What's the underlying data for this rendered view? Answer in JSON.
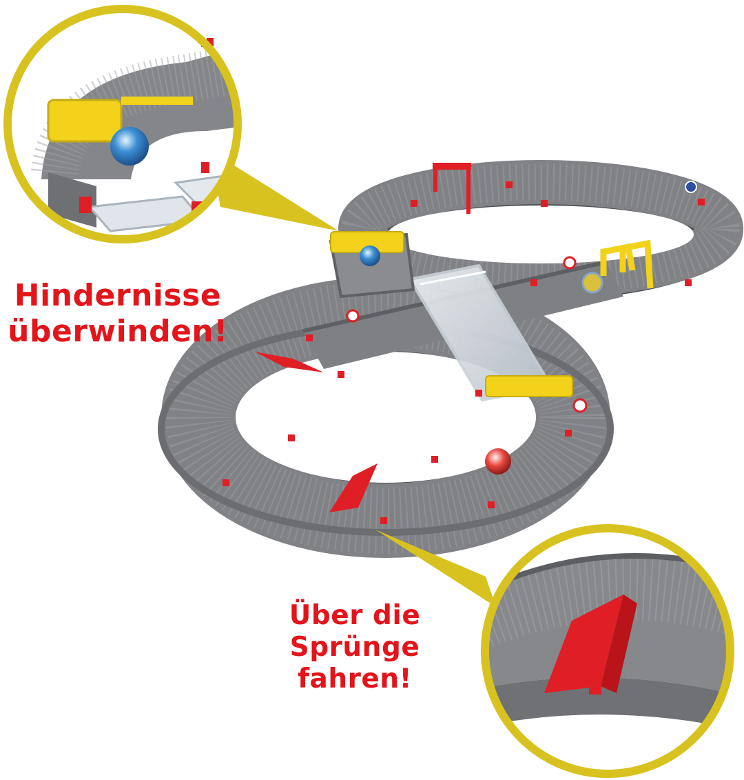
{
  "callouts": {
    "top_left": {
      "line1": "Hindernisse",
      "line2": "überwinden!"
    },
    "bottom_right": {
      "line1": "Über die",
      "line2": "Sprünge",
      "line3": "fahren!"
    }
  },
  "colors": {
    "callout_ring": "#d8c21f",
    "caption_text": "#e3141a",
    "track_gray": "#7d7f82",
    "track_dark": "#5f6164",
    "accent_red": "#e01e26",
    "accent_yellow": "#f2d21a"
  }
}
